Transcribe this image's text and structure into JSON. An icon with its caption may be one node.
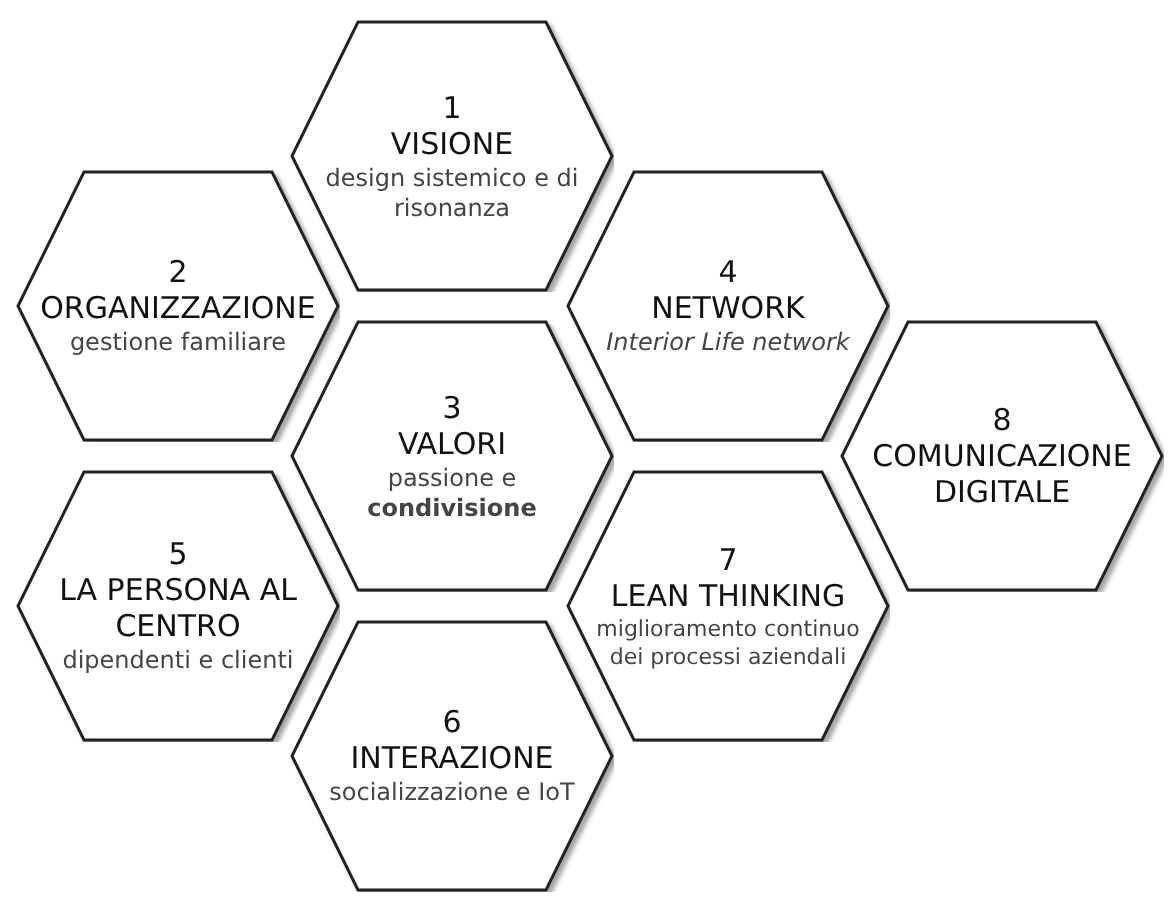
{
  "diagram": {
    "nodes": [
      {
        "text": [
          "1",
          "VISIONE",
          "design sistemico e di risonanza"
        ]
      },
      {
        "text": [
          "2",
          "ORGANIZZAZIONE",
          "gestione familiare"
        ]
      },
      {
        "text": [
          "3",
          "VALORI",
          "passione e **condivisione**"
        ]
      },
      {
        "text": [
          "4",
          "NETWORK",
          "Interior Life network"
        ]
      },
      {
        "text": [
          "5",
          "LA PERSONA AL CENTRO",
          "dipendenti e clienti"
        ]
      },
      {
        "text": [
          "6",
          "INTERAZIONE",
          "socializzazione e IoT"
        ]
      },
      {
        "text": [
          "7",
          "LEAN THINKING",
          "miglioramento continuo dei processi aziendali"
        ]
      },
      {
        "text": [
          "8",
          "COMUNICAZIONE DIGITALE"
        ]
      }
    ]
  }
}
